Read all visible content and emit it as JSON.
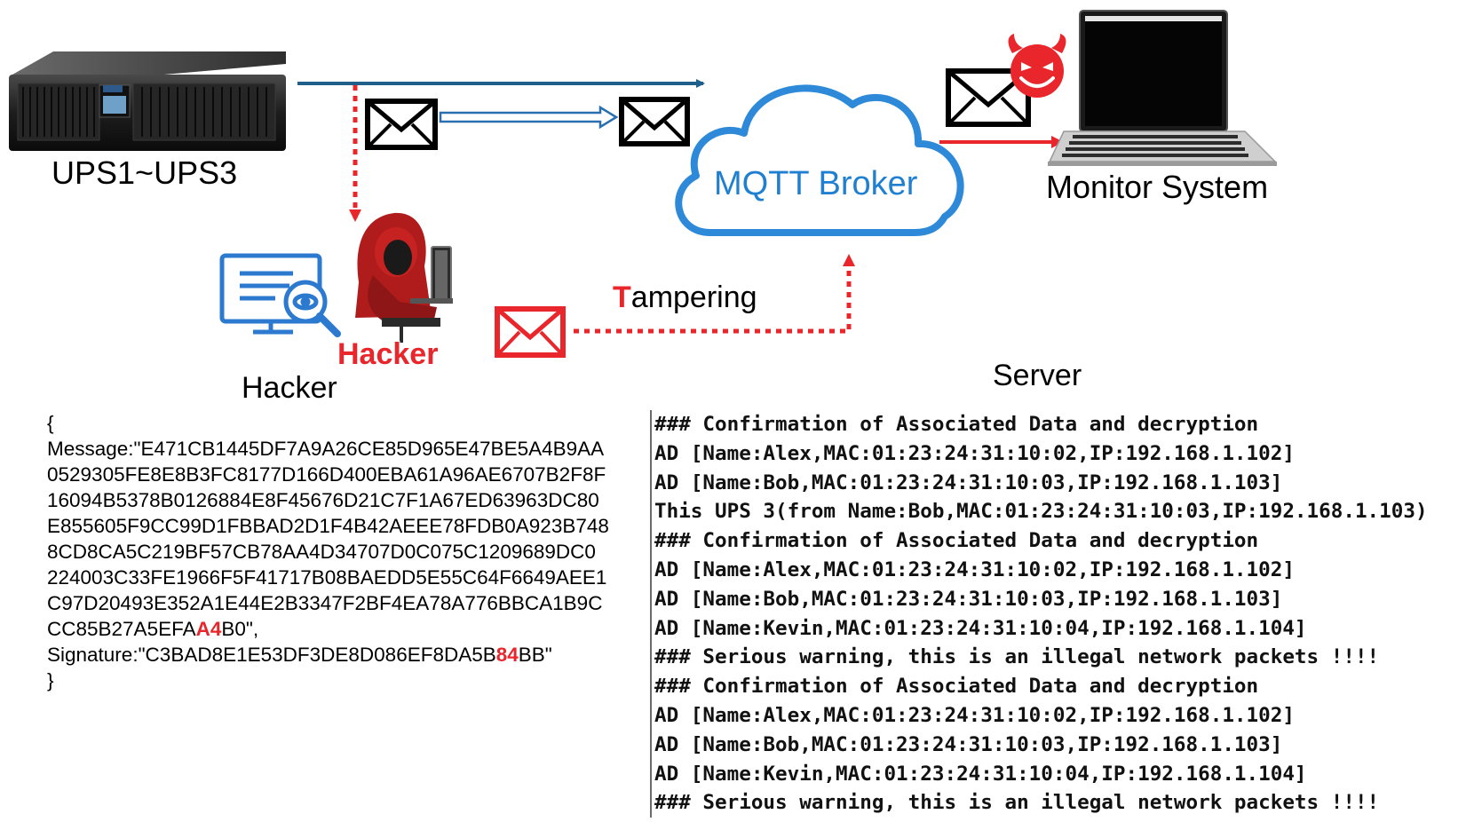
{
  "labels": {
    "ups": "UPS1~UPS3",
    "broker": "MQTT Broker",
    "monitor": "Monitor System",
    "hacker": "Hacker",
    "hacker_badge": "Hacker",
    "server": "Server",
    "tampering_first": "T",
    "tampering_rest": "ampering"
  },
  "payload": {
    "open": "{",
    "message_lines": [
      "Message:\"E471CB1445DF7A9A26CE85D965E47BE5A4B9AA",
      "0529305FE8E8B3FC8177D166D400EBA61A96AE6707B2F8F",
      "16094B5378B0126884E8F45676D21C7F1A67ED63963DC80",
      "E855605F9CC99D1FBBAD2D1F4B42AEEE78FDB0A923B748",
      "8CD8CA5C219BF57CB78AA4D34707D0C075C1209689DC0",
      "224003C33FE1966F5F41717B08BAEDD5E55C64F6649AEE1",
      "C97D20493E352A1E44E2B3347F2BF4EA78A776BBCA1B9C"
    ],
    "message_last_pre": "CC85B27A5EFA",
    "message_last_hl": "A4",
    "message_last_post": "B0\",",
    "signature_pre": "Signature:\"C3BAD8E1E53DF3DE8D086EF8DA5B",
    "signature_hl": "84",
    "signature_post": "BB\"",
    "close": "}"
  },
  "server_log": [
    "### Confirmation of  Associated Data and decryption",
    "AD [Name:Alex,MAC:01:23:24:31:10:02,IP:192.168.1.102]",
    "AD [Name:Bob,MAC:01:23:24:31:10:03,IP:192.168.1.103]",
    "This UPS 3(from Name:Bob,MAC:01:23:24:31:10:03,IP:192.168.1.103)",
    "### Confirmation of  Associated Data and decryption",
    "AD [Name:Alex,MAC:01:23:24:31:10:02,IP:192.168.1.102]",
    "AD [Name:Bob,MAC:01:23:24:31:10:03,IP:192.168.1.103]",
    "AD [Name:Kevin,MAC:01:23:24:31:10:04,IP:192.168.1.104]",
    "### Serious warning, this is an illegal network packets !!!!",
    "### Confirmation of  Associated Data and decryption",
    "AD [Name:Alex,MAC:01:23:24:31:10:02,IP:192.168.1.102]",
    "AD [Name:Bob,MAC:01:23:24:31:10:03,IP:192.168.1.103]",
    "AD [Name:Kevin,MAC:01:23:24:31:10:04,IP:192.168.1.104]",
    "### Serious warning, this is an illegal network packets !!!!"
  ],
  "colors": {
    "flow_blue": "#1f5f8b",
    "arrow_blue": "#2a6fb0",
    "cloud_blue": "#2e8ad8",
    "alert_red": "#e8262b"
  },
  "icons": [
    "ups-device-icon",
    "envelope-icon",
    "cloud-icon",
    "laptop-icon",
    "devil-icon",
    "hacker-figure-icon",
    "monitor-search-icon"
  ]
}
